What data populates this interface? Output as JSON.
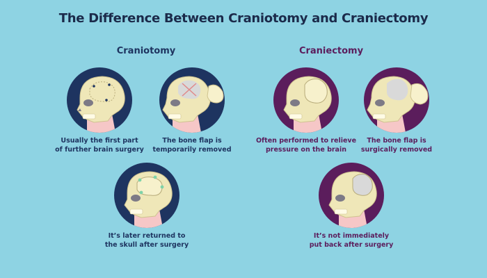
{
  "title": "The Difference Between Craniotomy and Craniectomy",
  "sections": {
    "left": {
      "title": "Craniotomy",
      "steps": [
        {
          "icon": "skull-with-incision-points-icon",
          "caption_line1": "Usually the first part",
          "caption_line2": "of further brain surgery"
        },
        {
          "icon": "skull-bone-flap-removed-icon",
          "caption_line1": "The bone flap is",
          "caption_line2": "temporarily removed"
        },
        {
          "icon": "skull-bone-flap-returned-icon",
          "caption_line1": "It’s later returned to",
          "caption_line2": "the skull after surgery"
        }
      ]
    },
    "right": {
      "title": "Craniectomy",
      "steps": [
        {
          "icon": "skull-swollen-brain-icon",
          "caption_line1": "Often performed to relieve",
          "caption_line2": "pressure on the brain"
        },
        {
          "icon": "skull-bone-flap-removed-icon",
          "caption_line1": "The bone flap is",
          "caption_line2": "surgically removed"
        },
        {
          "icon": "skull-without-bone-flap-icon",
          "caption_line1": "It’s not immediately",
          "caption_line2": "put back after surgery"
        }
      ]
    }
  },
  "colors": {
    "background": "#8ed3e3",
    "craniotomy": "#1e3460",
    "craniectomy": "#5b1d5c",
    "skull": "#efe7b8",
    "skin": "#f6c7c7"
  }
}
